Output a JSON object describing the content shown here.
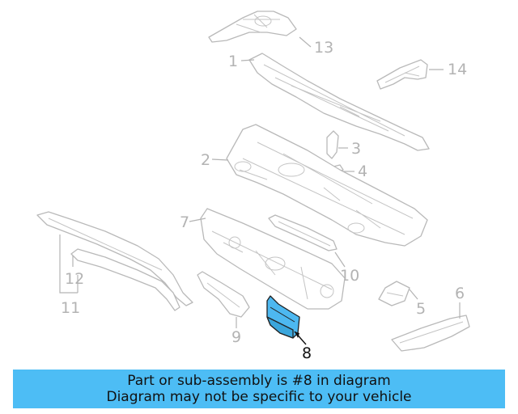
{
  "callouts": {
    "c1": "1",
    "c2": "2",
    "c3": "3",
    "c4": "4",
    "c5": "5",
    "c6": "6",
    "c7": "7",
    "c8": "8",
    "c9": "9",
    "c10": "10",
    "c11": "11",
    "c12": "12",
    "c13": "13",
    "c14": "14"
  },
  "highlight": {
    "part_number": "8",
    "color": "#4db8f0"
  },
  "banner": {
    "line1": "Part or sub-assembly is #8 in diagram",
    "line2": "Diagram may not be specific to your vehicle",
    "background": "#4dbdf5"
  }
}
